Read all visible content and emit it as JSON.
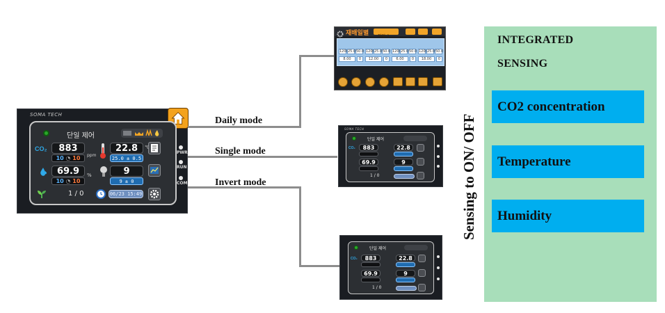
{
  "brand": "SOMA TECH",
  "main_device": {
    "screen_title": "단일 제어",
    "co2_value": "883",
    "co2_unit": "ppm",
    "co2_sub_a": "10",
    "co2_sub_b": "10",
    "temp_value": "22.8",
    "temp_unit": "℃",
    "temp_setpoint": "25.0 ± 0.5",
    "hum_value": "69.9",
    "hum_unit": "%",
    "hum_sub_a": "10",
    "hum_sub_b": "10",
    "light_value": "9",
    "light_setpoint": "9 ± 0",
    "counter": "1 / 0",
    "clock": "06/23 15:49",
    "leds": [
      "PWR",
      "RUN",
      "COM"
    ],
    "co2_icon_text": "CO₂"
  },
  "connectors": {
    "daily": "Daily mode",
    "single": "Single mode",
    "invert": "Invert mode"
  },
  "daily_panel": {
    "title": "재배일별",
    "tag": "작업-1",
    "cells": [
      "1200",
      "25.0",
      "50.0",
      "1200",
      "25.0",
      "50.0",
      "1200",
      "25.0",
      "50.0",
      "1200",
      "25.0",
      "50.0",
      "8.00",
      "0",
      "12.00",
      "0",
      "6.00",
      "0",
      "18.00",
      "0"
    ]
  },
  "single_device": {
    "screen_title": "단일 제어",
    "co2_value": "883",
    "temp_value": "22.8",
    "hum_value": "69.9",
    "light_value": "9",
    "counter": "1 / 0"
  },
  "invert_device": {
    "screen_title": "단일 제어",
    "co2_value": "883",
    "temp_value": "22.8",
    "hum_value": "69.9",
    "light_value": "9",
    "counter": "1 / 0"
  },
  "vertical_label": "Sensing to ON/ OFF",
  "right_panel": {
    "title_line1": "INTEGRATED",
    "title_line2": "SENSING",
    "items": [
      "CO2 concentration",
      "Temperature",
      "Humidity"
    ]
  },
  "colors": {
    "panel_bg": "#a8deba",
    "item_bg": "#00aeef",
    "home_orange": "#f3a21d",
    "co2_blue": "#2fa9e8"
  }
}
